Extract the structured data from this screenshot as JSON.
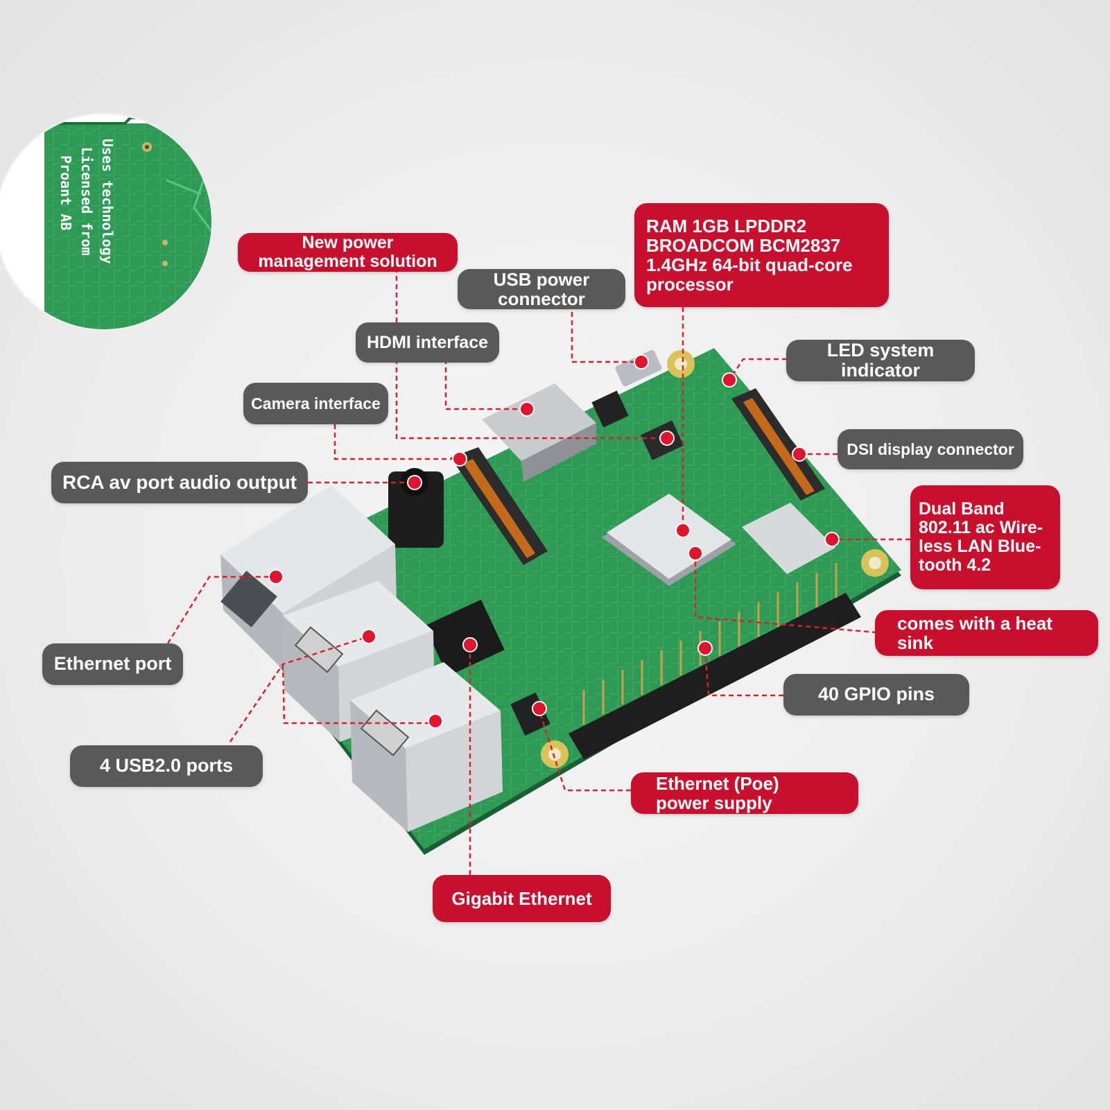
{
  "colors": {
    "accent_red": "#c8102e",
    "label_gray": "#595959",
    "board_green": "#2f9a55",
    "leader_line": "#d8202f"
  },
  "inset_text": [
    "Uses technology",
    "Licensed from",
    "Proant AB"
  ],
  "labels": {
    "new_power": [
      "New power",
      "management solution"
    ],
    "usb_power": [
      "USB power",
      "connector"
    ],
    "ram_proc": [
      "RAM 1GB LPDDR2",
      "BROADCOM BCM2837",
      "1.4GHz 64-bit quad-core",
      "processor"
    ],
    "hdmi": [
      "HDMI interface"
    ],
    "led": [
      "LED system",
      "indicator"
    ],
    "camera": [
      "Camera interface"
    ],
    "dsi": [
      "DSI display connector"
    ],
    "rca": [
      "RCA av port audio output"
    ],
    "wifi": [
      "Dual Band",
      "802.11 ac Wire-",
      "less LAN Blue-",
      "tooth 4.2"
    ],
    "heatsink": [
      "comes with a heat",
      "sink"
    ],
    "ethernet_port": [
      "Ethernet port"
    ],
    "gpio": [
      "40 GPIO pins"
    ],
    "usb_ports": [
      "4 USB2.0 ports"
    ],
    "poe": [
      "Ethernet (Poe)",
      "power supply"
    ],
    "gigabit": [
      "Gigabit Ethernet"
    ]
  }
}
